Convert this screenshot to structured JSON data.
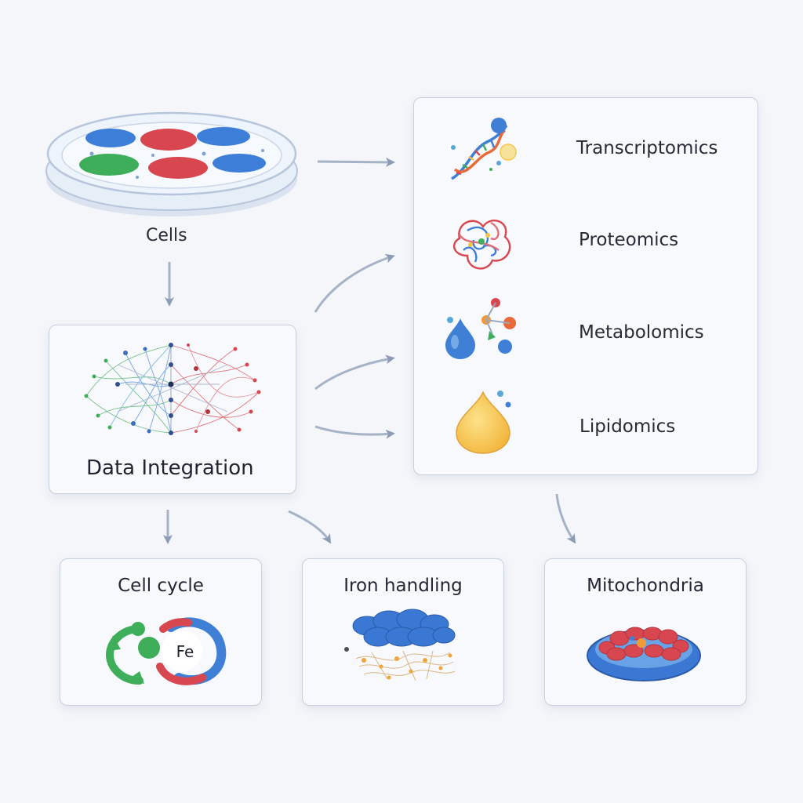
{
  "cells": {
    "label": "Cells"
  },
  "integration": {
    "label": "Data Integration"
  },
  "omics": {
    "items": [
      {
        "label": "Transcriptomics",
        "icon": "dna-helix-icon"
      },
      {
        "label": "Proteomics",
        "icon": "protein-fold-icon"
      },
      {
        "label": "Metabolomics",
        "icon": "metabolite-molecule-icon"
      },
      {
        "label": "Lipidomics",
        "icon": "lipid-droplet-icon"
      }
    ]
  },
  "outcomes": {
    "cell_cycle": {
      "label": "Cell cycle",
      "badge": "Fe",
      "icon": "cell-cycle-icon"
    },
    "iron_handling": {
      "label": "Iron handling",
      "icon": "iron-protein-icon"
    },
    "mitochondria": {
      "label": "Mitochondria",
      "icon": "mitochondrion-icon"
    }
  },
  "colors": {
    "arrow": "#8d9cb6",
    "box_border": "#c7d0de",
    "blue": "#3f7fd6",
    "red": "#d9444c",
    "green": "#3fae5a",
    "yellow": "#f5c24a"
  }
}
